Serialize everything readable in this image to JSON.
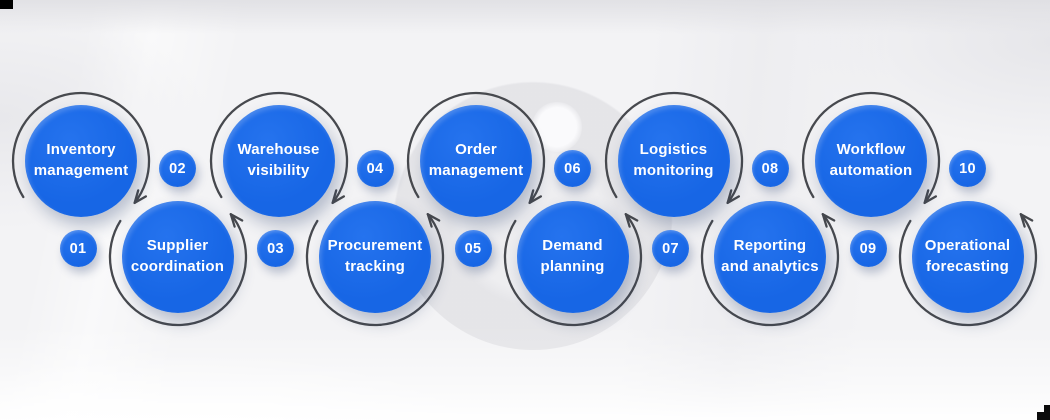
{
  "diagram": {
    "type": "process-cycle-infographic",
    "items": [
      {
        "number": "01",
        "label": "Inventory management",
        "lines": [
          "Inventory",
          "management"
        ],
        "position": "top"
      },
      {
        "number": "02",
        "label": "Supplier coordination",
        "lines": [
          "Supplier",
          "coordination"
        ],
        "position": "bottom"
      },
      {
        "number": "03",
        "label": "Warehouse visibility",
        "lines": [
          "Warehouse",
          "visibility"
        ],
        "position": "top"
      },
      {
        "number": "04",
        "label": "Procurement tracking",
        "lines": [
          "Procurement",
          "tracking"
        ],
        "position": "bottom"
      },
      {
        "number": "05",
        "label": "Order management",
        "lines": [
          "Order",
          "management"
        ],
        "position": "top"
      },
      {
        "number": "06",
        "label": "Demand planning",
        "lines": [
          "Demand",
          "planning"
        ],
        "position": "bottom"
      },
      {
        "number": "07",
        "label": "Logistics monitoring",
        "lines": [
          "Logistics",
          "monitoring"
        ],
        "position": "top"
      },
      {
        "number": "08",
        "label": "Reporting and analytics",
        "lines": [
          "Reporting",
          "and analytics"
        ],
        "position": "bottom"
      },
      {
        "number": "09",
        "label": "Workflow automation",
        "lines": [
          "Workflow",
          "automation"
        ],
        "position": "top"
      },
      {
        "number": "10",
        "label": "Operational forecasting",
        "lines": [
          "Operational",
          "forecasting"
        ],
        "position": "bottom"
      }
    ]
  },
  "colors": {
    "blue_main": "#1766e5",
    "blue_light": "#2573ee",
    "arrow_gray": "#47494e",
    "label_white": "#ffffff"
  }
}
